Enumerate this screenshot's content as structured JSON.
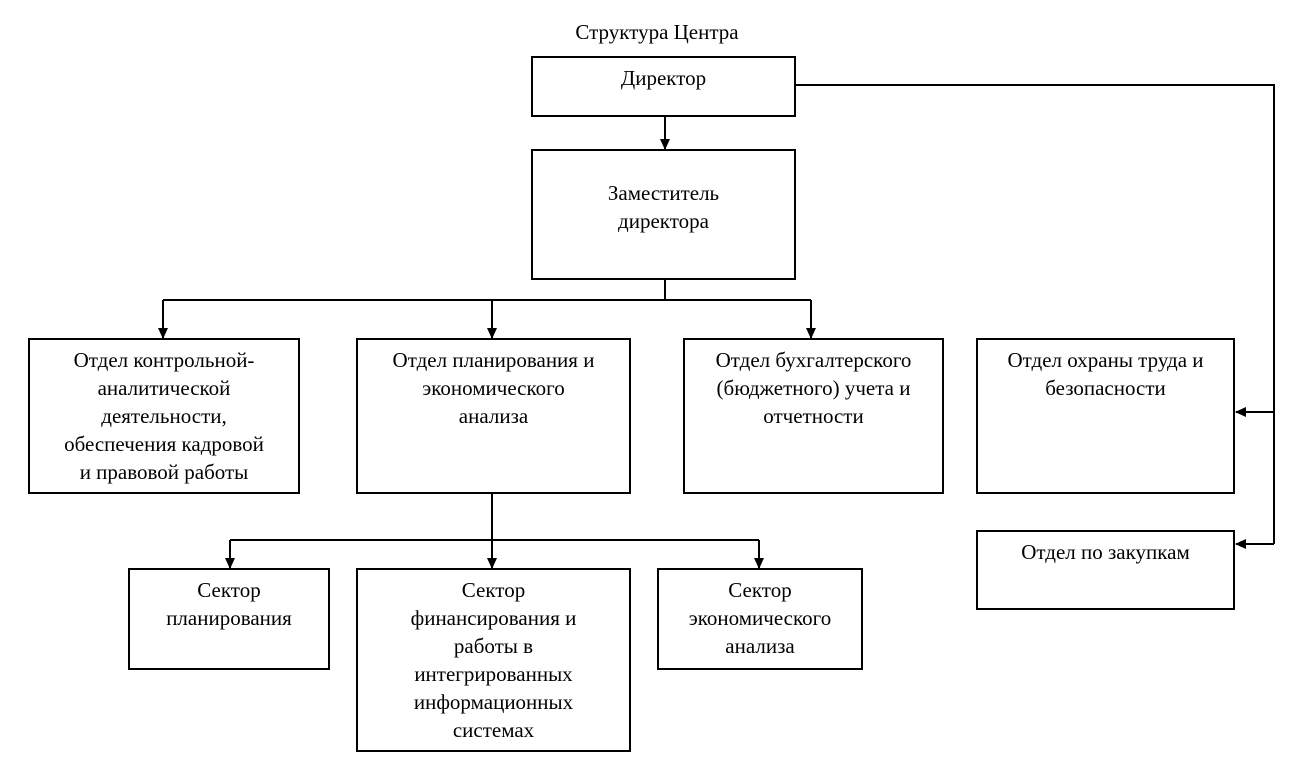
{
  "diagram": {
    "title": "Структура Центра",
    "nodes": {
      "director": "Директор",
      "deputy": "Заместитель\nдиректора",
      "dept_control": "Отдел контрольной-\nаналитической\nдеятельности,\nобеспечения кадровой\nи правовой работы",
      "dept_planning": "Отдел планирования и\nэкономического\nанализа",
      "dept_accounting": "Отдел бухгалтерского\n(бюджетного) учета и\nотчетности",
      "dept_safety": "Отдел охраны труда и\nбезопасности",
      "dept_procurement": "Отдел по закупкам",
      "sector_planning": "Сектор\nпланирования",
      "sector_finance": "Сектор\nфинансирования и\nработы в\nинтегрированных\nинформационных\nсистемах",
      "sector_economic": "Сектор\nэкономического\nанализа"
    },
    "edges": [
      {
        "from": "director",
        "to": "deputy"
      },
      {
        "from": "director",
        "to": "dept_safety"
      },
      {
        "from": "director",
        "to": "dept_procurement"
      },
      {
        "from": "deputy",
        "to": "dept_control"
      },
      {
        "from": "deputy",
        "to": "dept_planning"
      },
      {
        "from": "deputy",
        "to": "dept_accounting"
      },
      {
        "from": "dept_planning",
        "to": "sector_planning"
      },
      {
        "from": "dept_planning",
        "to": "sector_finance"
      },
      {
        "from": "dept_planning",
        "to": "sector_economic"
      }
    ],
    "line_color": "#000000"
  }
}
